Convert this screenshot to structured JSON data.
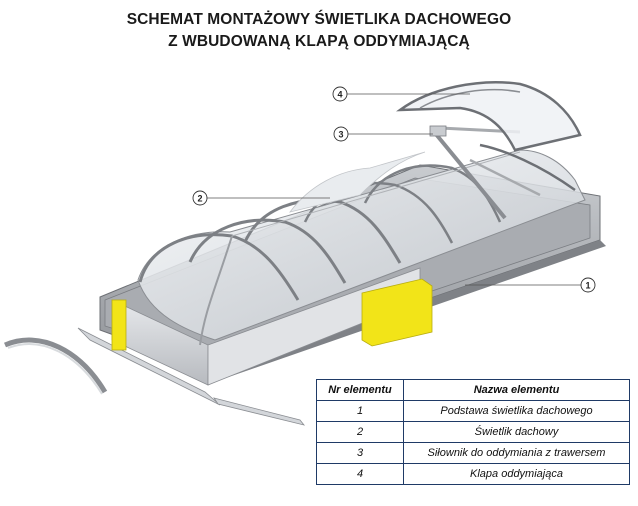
{
  "title": {
    "line1": "SCHEMAT MONTAŻOWY ŚWIETLIKA DACHOWEGO",
    "line2": "Z WBUDOWANĄ KLAPĄ ODDYMIAJĄCĄ"
  },
  "callouts": [
    "1",
    "2",
    "3",
    "4"
  ],
  "legend": {
    "col_number": "Nr elementu",
    "col_name": "Nazwa elementu",
    "rows": [
      {
        "nr": "1",
        "name": "Podstawa świetlika dachowego"
      },
      {
        "nr": "2",
        "name": "Świetlik dachowy"
      },
      {
        "nr": "3",
        "name": "Siłownik do oddymiania z trawersem"
      },
      {
        "nr": "4",
        "name": "Klapa oddymiająca"
      }
    ]
  },
  "colors": {
    "legend_border": "#1f3a66",
    "insulation_yellow": "#f2e418",
    "base_grey": "#9a9da2",
    "frame_dark": "#6d7075"
  }
}
